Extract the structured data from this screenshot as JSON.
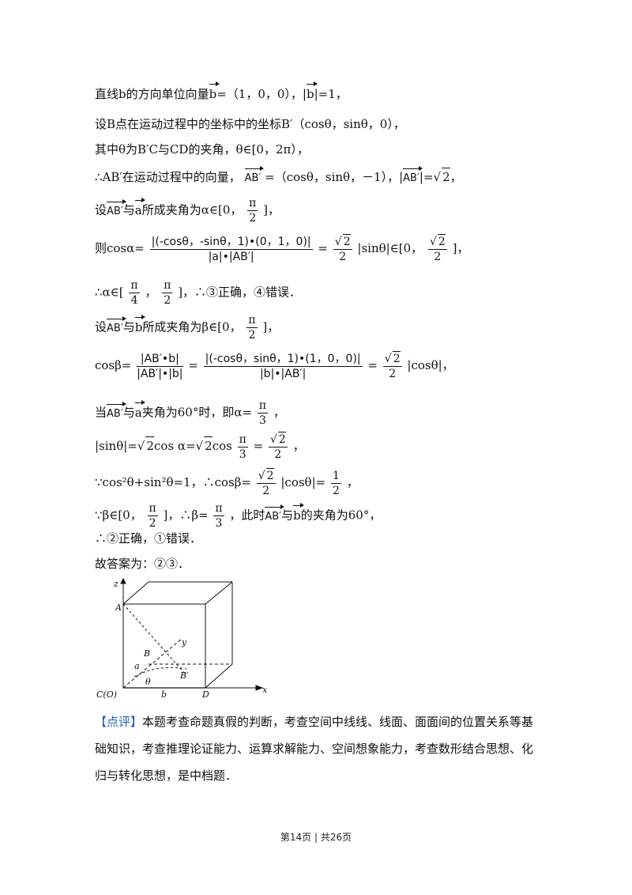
{
  "lines": {
    "l1": "直线b的方向单位向量",
    "l1b": "b",
    "l1c": "=（1，0，0），|",
    "l1d": "b",
    "l1e": "|=1，",
    "l2": "设B点在运动过程中的坐标中的坐标B′（cosθ，sinθ，0），",
    "l3": "其中θ为B′C与CD的夹角，θ∈[0，2π），",
    "l4a": "∴AB′在运动过程中的向量，",
    "l4v": "AB′",
    "l4b": "=（cosθ，sinθ，－1），|",
    "l4c": "|=",
    "l4d": "2",
    "l4e": "，",
    "l5a": "设",
    "l5b": "与",
    "l5c": "a",
    "l5d": "所成夹角为α∈[0，",
    "l5e": "]，",
    "l6a": "则cosα=",
    "l6num": "|(-cosθ，-sinθ，1)•(0，1，0)|",
    "l6den": "|a|•|AB′|",
    "l6b": "=",
    "l6c": "|sinθ|∈[0，",
    "l6d": "]，",
    "l7a": "∴α∈[",
    "l7b": "，",
    "l7c": "]，∴③正确，④错误．",
    "l8a": "设",
    "l8b": "与",
    "l8c": "b",
    "l8d": "所成夹角为β∈[0，",
    "l8e": "]，",
    "l9a": "cosβ=",
    "l9num1": "|AB′•b|",
    "l9den1": "|AB′|•|b|",
    "l9num2": "|(-cosθ，sinθ，1)•(1，0，0)|",
    "l9den2": "|b|•|AB′|",
    "l9b": "=",
    "l9c": "|cosθ|，",
    "l10a": "当",
    "l10b": "与",
    "l10c": "a",
    "l10d": "夹角为60°时，即α=",
    "l10e": "，",
    "l11a": "|sinθ|=",
    "l11b": "cos α=",
    "l11c": "cos",
    "l11d": "=",
    "l11e": "，",
    "l12a": "∵cos²θ+sin²θ=1，∴cosβ=",
    "l12b": "|cosθ|=",
    "l12c": "，",
    "l13a": "∵β∈[0，",
    "l13b": "]，∴β=",
    "l13c": "，此时",
    "l13d": "与",
    "l13e": "b",
    "l13f": "的夹角为60°，",
    "l14": "∴②正确，①错误．",
    "l15": "故答案为：②③．"
  },
  "math": {
    "pi": "π",
    "two": "2",
    "three": "3",
    "four": "4",
    "one": "1",
    "sqrt2": "2",
    "ab": "AB′"
  },
  "figure": {
    "z": "z",
    "y": "y",
    "x": "x",
    "A": "A",
    "B": "B",
    "B2": "B′",
    "a": "a",
    "b": "b",
    "theta": "θ",
    "C": "C(O)",
    "D": "D"
  },
  "comment": {
    "tag": "【点评】",
    "text": "本题考查命题真假的判断，考查空间中线线、线面、面面间的位置关系等基础知识，考查推理论证能力、运算求解能力、空间想象能力，考查数形结合思想、化归与转化思想，是中档题．"
  },
  "footer": {
    "page": "第14页 | 共26页"
  }
}
